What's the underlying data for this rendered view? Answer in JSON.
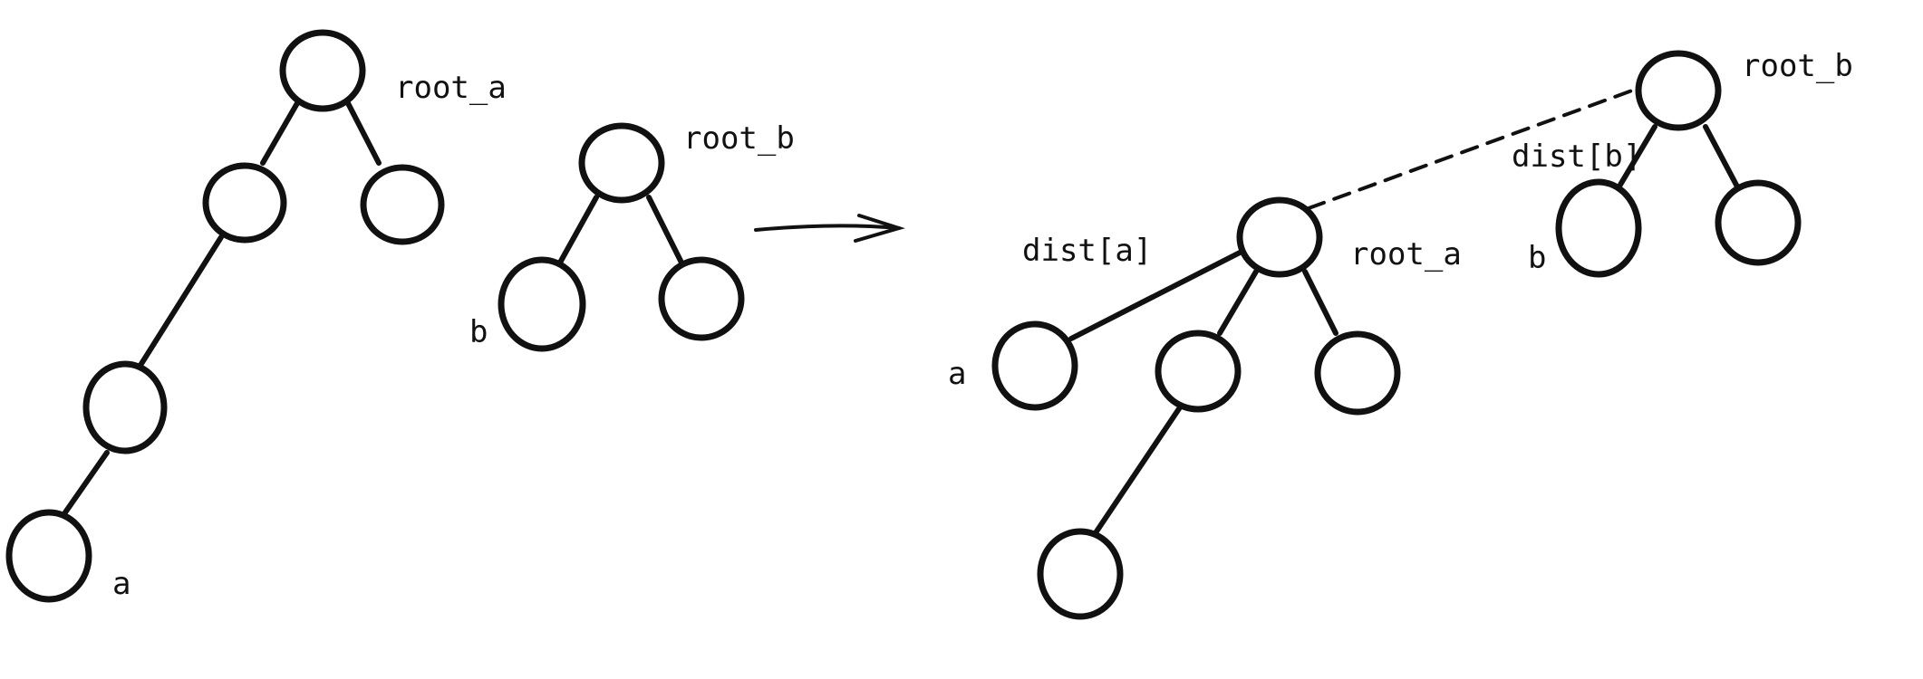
{
  "labels": {
    "left_root_a": "root_a",
    "left_a": "a",
    "left_root_b": "root_b",
    "left_b": "b",
    "right_dist_a": "dist[a]",
    "right_root_a": "root_a",
    "right_a": "a",
    "right_dist_b": "dist[b]",
    "right_root_b": "root_b",
    "right_b": "b"
  },
  "colors": {
    "stroke": "#111111",
    "background": "#ffffff"
  }
}
